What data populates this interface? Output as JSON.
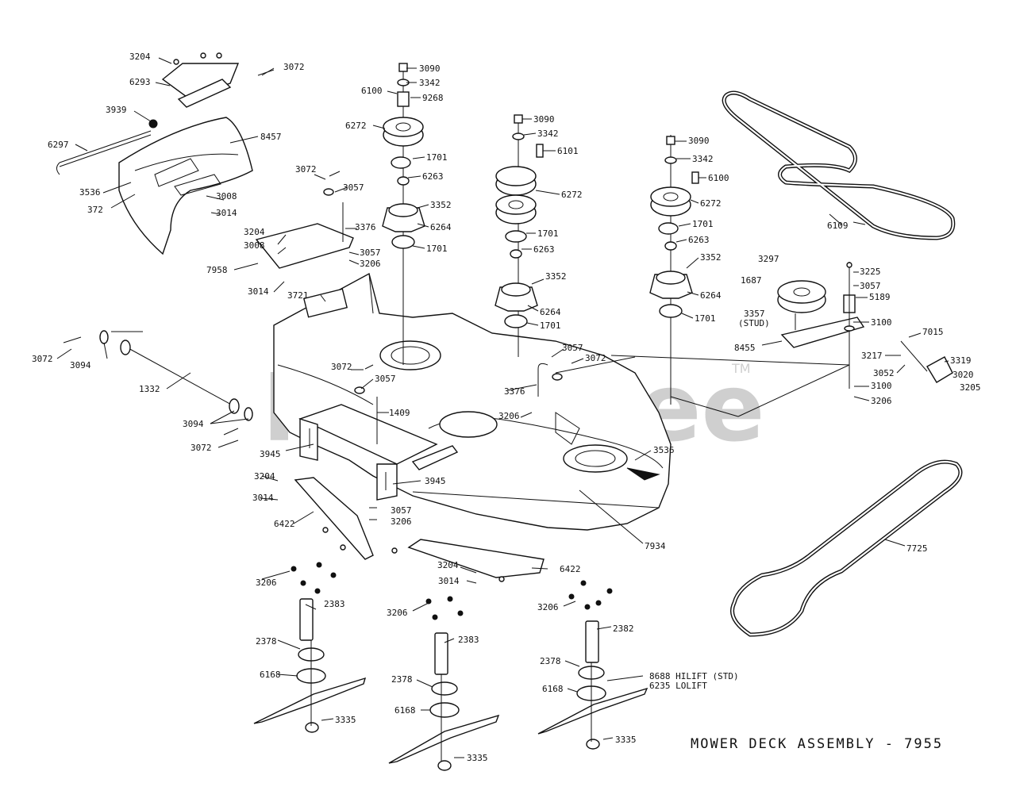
{
  "diagram": {
    "title": "MOWER DECK ASSEMBLY - 7955",
    "watermark": "PartsTree",
    "watermark_mark": "TM",
    "labels": [
      {
        "id": "l01",
        "text": "3204"
      },
      {
        "id": "l02",
        "text": "3072"
      },
      {
        "id": "l03",
        "text": "6293"
      },
      {
        "id": "l04",
        "text": "3939"
      },
      {
        "id": "l05",
        "text": "6297"
      },
      {
        "id": "l06",
        "text": "8457"
      },
      {
        "id": "l07",
        "text": "3536"
      },
      {
        "id": "l08",
        "text": "372"
      },
      {
        "id": "l09",
        "text": "3008"
      },
      {
        "id": "l10",
        "text": "3014"
      },
      {
        "id": "l11",
        "text": "3090"
      },
      {
        "id": "l12",
        "text": "6100"
      },
      {
        "id": "l13",
        "text": "3342"
      },
      {
        "id": "l14",
        "text": "9268"
      },
      {
        "id": "l15",
        "text": "6272"
      },
      {
        "id": "l16",
        "text": "1701"
      },
      {
        "id": "l17",
        "text": "6263"
      },
      {
        "id": "l18",
        "text": "3352"
      },
      {
        "id": "l19",
        "text": "6264"
      },
      {
        "id": "l20",
        "text": "1701"
      },
      {
        "id": "l21",
        "text": "3072"
      },
      {
        "id": "l22",
        "text": "3057"
      },
      {
        "id": "l23",
        "text": "3376"
      },
      {
        "id": "l24",
        "text": "3204"
      },
      {
        "id": "l25",
        "text": "3008"
      },
      {
        "id": "l26",
        "text": "3057"
      },
      {
        "id": "l27",
        "text": "3206"
      },
      {
        "id": "l28",
        "text": "7958"
      },
      {
        "id": "l29",
        "text": "3014"
      },
      {
        "id": "l30",
        "text": "3721"
      },
      {
        "id": "l31",
        "text": "3090"
      },
      {
        "id": "l32",
        "text": "3342"
      },
      {
        "id": "l33",
        "text": "6101"
      },
      {
        "id": "l34",
        "text": "6272"
      },
      {
        "id": "l35",
        "text": "1701"
      },
      {
        "id": "l36",
        "text": "6263"
      },
      {
        "id": "l37",
        "text": "3352"
      },
      {
        "id": "l38",
        "text": "6264"
      },
      {
        "id": "l39",
        "text": "1701"
      },
      {
        "id": "l40",
        "text": "3090"
      },
      {
        "id": "l41",
        "text": "3342"
      },
      {
        "id": "l42",
        "text": "6100"
      },
      {
        "id": "l43",
        "text": "6272"
      },
      {
        "id": "l44",
        "text": "1701"
      },
      {
        "id": "l45",
        "text": "6263"
      },
      {
        "id": "l46",
        "text": "3352"
      },
      {
        "id": "l47",
        "text": "6264"
      },
      {
        "id": "l48",
        "text": "1701"
      },
      {
        "id": "l49",
        "text": "6109"
      },
      {
        "id": "l50",
        "text": "3297"
      },
      {
        "id": "l51",
        "text": "1687"
      },
      {
        "id": "l52",
        "text": "3225"
      },
      {
        "id": "l53",
        "text": "3057"
      },
      {
        "id": "l54",
        "text": "5189"
      },
      {
        "id": "l55",
        "text": "3357"
      },
      {
        "id": "l56",
        "text": "(STUD)"
      },
      {
        "id": "l57",
        "text": "3100"
      },
      {
        "id": "l58",
        "text": "7015"
      },
      {
        "id": "l59",
        "text": "8455"
      },
      {
        "id": "l60",
        "text": "3217"
      },
      {
        "id": "l61",
        "text": "3319"
      },
      {
        "id": "l62",
        "text": "3052"
      },
      {
        "id": "l63",
        "text": "3020"
      },
      {
        "id": "l64",
        "text": "3205"
      },
      {
        "id": "l65",
        "text": "3100"
      },
      {
        "id": "l66",
        "text": "3206"
      },
      {
        "id": "l67",
        "text": "3072"
      },
      {
        "id": "l68",
        "text": "3094"
      },
      {
        "id": "l69",
        "text": "1332"
      },
      {
        "id": "l70",
        "text": "3094"
      },
      {
        "id": "l71",
        "text": "3072"
      },
      {
        "id": "l72",
        "text": "3072"
      },
      {
        "id": "l73",
        "text": "3057"
      },
      {
        "id": "l74",
        "text": "1409"
      },
      {
        "id": "l75",
        "text": "3057"
      },
      {
        "id": "l76",
        "text": "3072"
      },
      {
        "id": "l77",
        "text": "3376"
      },
      {
        "id": "l78",
        "text": "3206"
      },
      {
        "id": "l79",
        "text": "3945"
      },
      {
        "id": "l80",
        "text": "3536"
      },
      {
        "id": "l81",
        "text": "3204"
      },
      {
        "id": "l82",
        "text": "3014"
      },
      {
        "id": "l83",
        "text": "3945"
      },
      {
        "id": "l84",
        "text": "3057"
      },
      {
        "id": "l85",
        "text": "3206"
      },
      {
        "id": "l86",
        "text": "6422"
      },
      {
        "id": "l87",
        "text": "7934"
      },
      {
        "id": "l88",
        "text": "7725"
      },
      {
        "id": "l89",
        "text": "3204"
      },
      {
        "id": "l90",
        "text": "6422"
      },
      {
        "id": "l91",
        "text": "3014"
      },
      {
        "id": "l92",
        "text": "3206"
      },
      {
        "id": "l93",
        "text": "2383"
      },
      {
        "id": "l94",
        "text": "3206"
      },
      {
        "id": "l95",
        "text": "3206"
      },
      {
        "id": "l96",
        "text": "2378"
      },
      {
        "id": "l97",
        "text": "2383"
      },
      {
        "id": "l98",
        "text": "2382"
      },
      {
        "id": "l99",
        "text": "6168"
      },
      {
        "id": "l100",
        "text": "2378"
      },
      {
        "id": "l101",
        "text": "2378"
      },
      {
        "id": "l102",
        "text": "8688 HILIFT (STD)"
      },
      {
        "id": "l103",
        "text": "6235 LOLIFT"
      },
      {
        "id": "l104",
        "text": "6168"
      },
      {
        "id": "l105",
        "text": "6168"
      },
      {
        "id": "l106",
        "text": "3335"
      },
      {
        "id": "l107",
        "text": "3335"
      },
      {
        "id": "l108",
        "text": "3335"
      }
    ]
  }
}
